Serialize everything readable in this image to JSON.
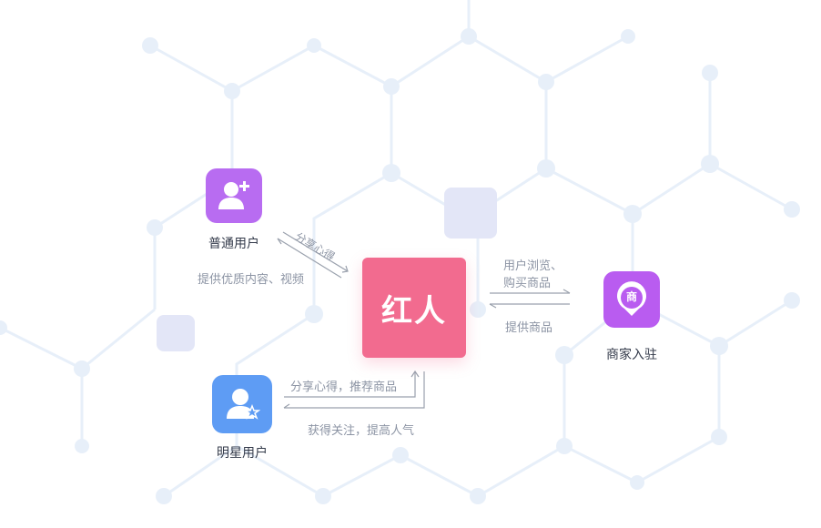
{
  "center": {
    "label": "红人"
  },
  "nodes": {
    "normal_user": {
      "label": "普通用户"
    },
    "star_user": {
      "label": "明星用户"
    },
    "merchant": {
      "label": "商家入驻",
      "glyph": "商"
    }
  },
  "edges": {
    "normal_to_center": "分享心得",
    "center_to_normal": "提供优质内容、视频",
    "merchant_browse_line1": "用户浏览、",
    "merchant_browse_line2": "购买商品",
    "merchant_provide": "提供商品",
    "star_share": "分享心得，推荐商品",
    "star_gain": "获得关注，提高人气"
  },
  "colors": {
    "normal_user": "#b86cf1",
    "star_user": "#5e9cf4",
    "merchant": "#b95cf0",
    "center": "#f26b8f"
  },
  "icons": {
    "normal_user": "add-user-icon",
    "star_user": "star-user-icon",
    "merchant": "shop-pin-icon"
  }
}
